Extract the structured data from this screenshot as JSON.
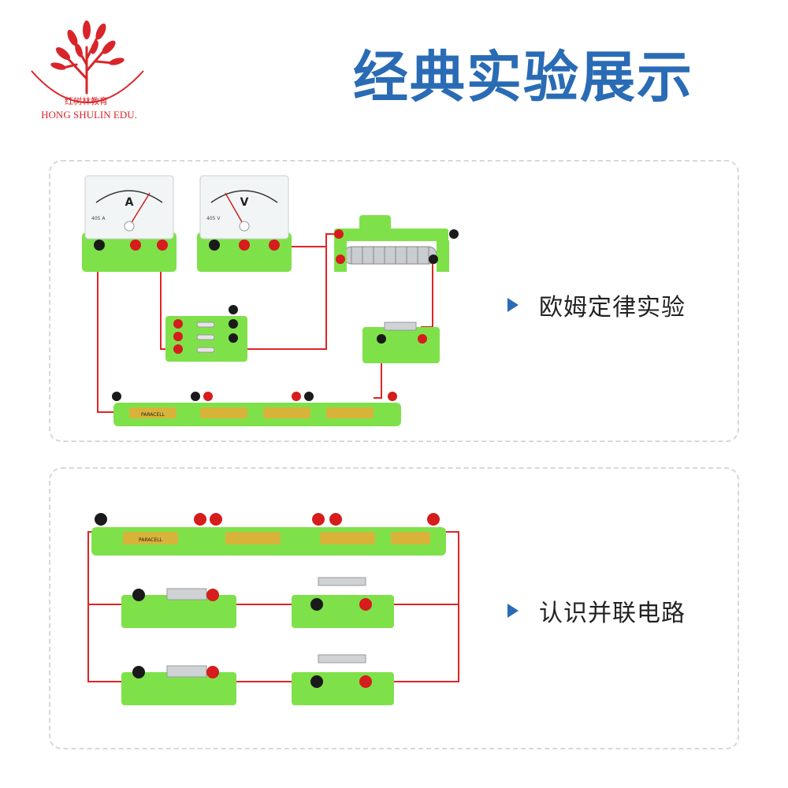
{
  "logo": {
    "text_cn": "红树林教育",
    "text_en": "HONG SHULIN EDU.",
    "color": "#d9252a"
  },
  "headline": "经典实验展示",
  "colors": {
    "accent": "#2a6bb5",
    "board_green": "#7fe14a",
    "wire_red": "#e02424",
    "terminal_black": "#1a1a1a",
    "terminal_red": "#d61c1c"
  },
  "experiments": [
    {
      "label": "欧姆定律实验",
      "meters": [
        {
          "letter": "A",
          "corner": "405 A"
        },
        {
          "letter": "V",
          "corner": "405 V"
        }
      ],
      "battery_brand": "PARACELL"
    },
    {
      "label": "认识并联电路",
      "battery_brand": "PARACELL"
    }
  ]
}
